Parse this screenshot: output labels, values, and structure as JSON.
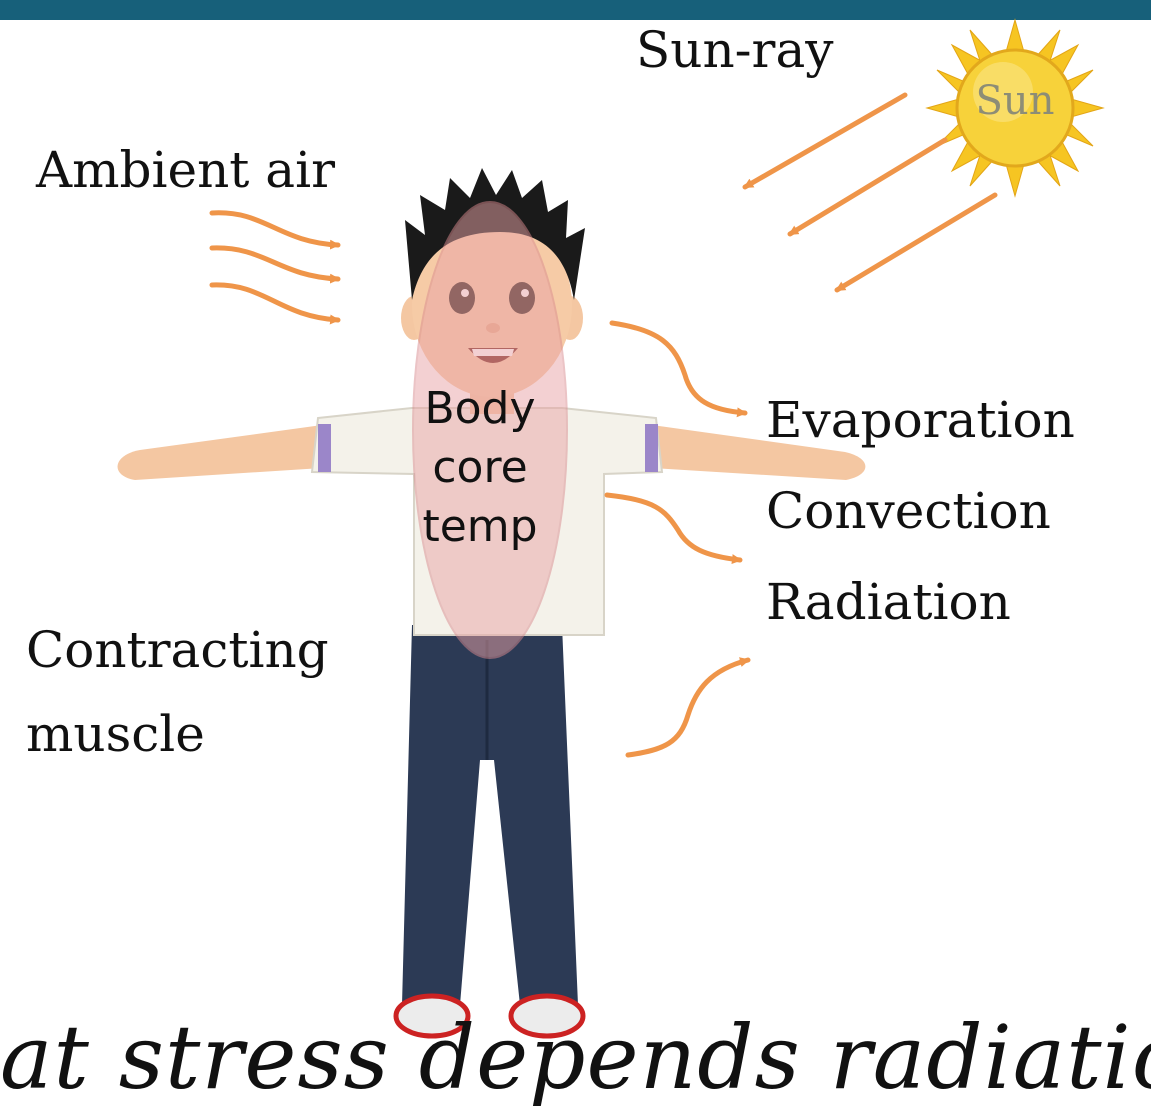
{
  "labels": {
    "sun_ray": "Sun-ray",
    "sun": "Sun",
    "ambient_air": "Ambient air",
    "body_core": [
      "Body",
      "core",
      "temp"
    ],
    "evaporation": "Evaporation",
    "convection": "Convection",
    "radiation": "Radiation",
    "contracting": "Contracting",
    "muscle": "muscle"
  },
  "bottom_caption_partial": "at stress depends radiation",
  "colors": {
    "header": "#17607a",
    "arrow": "#ef9549",
    "sun": "#f4c21c",
    "core": "#e9a3a6"
  }
}
